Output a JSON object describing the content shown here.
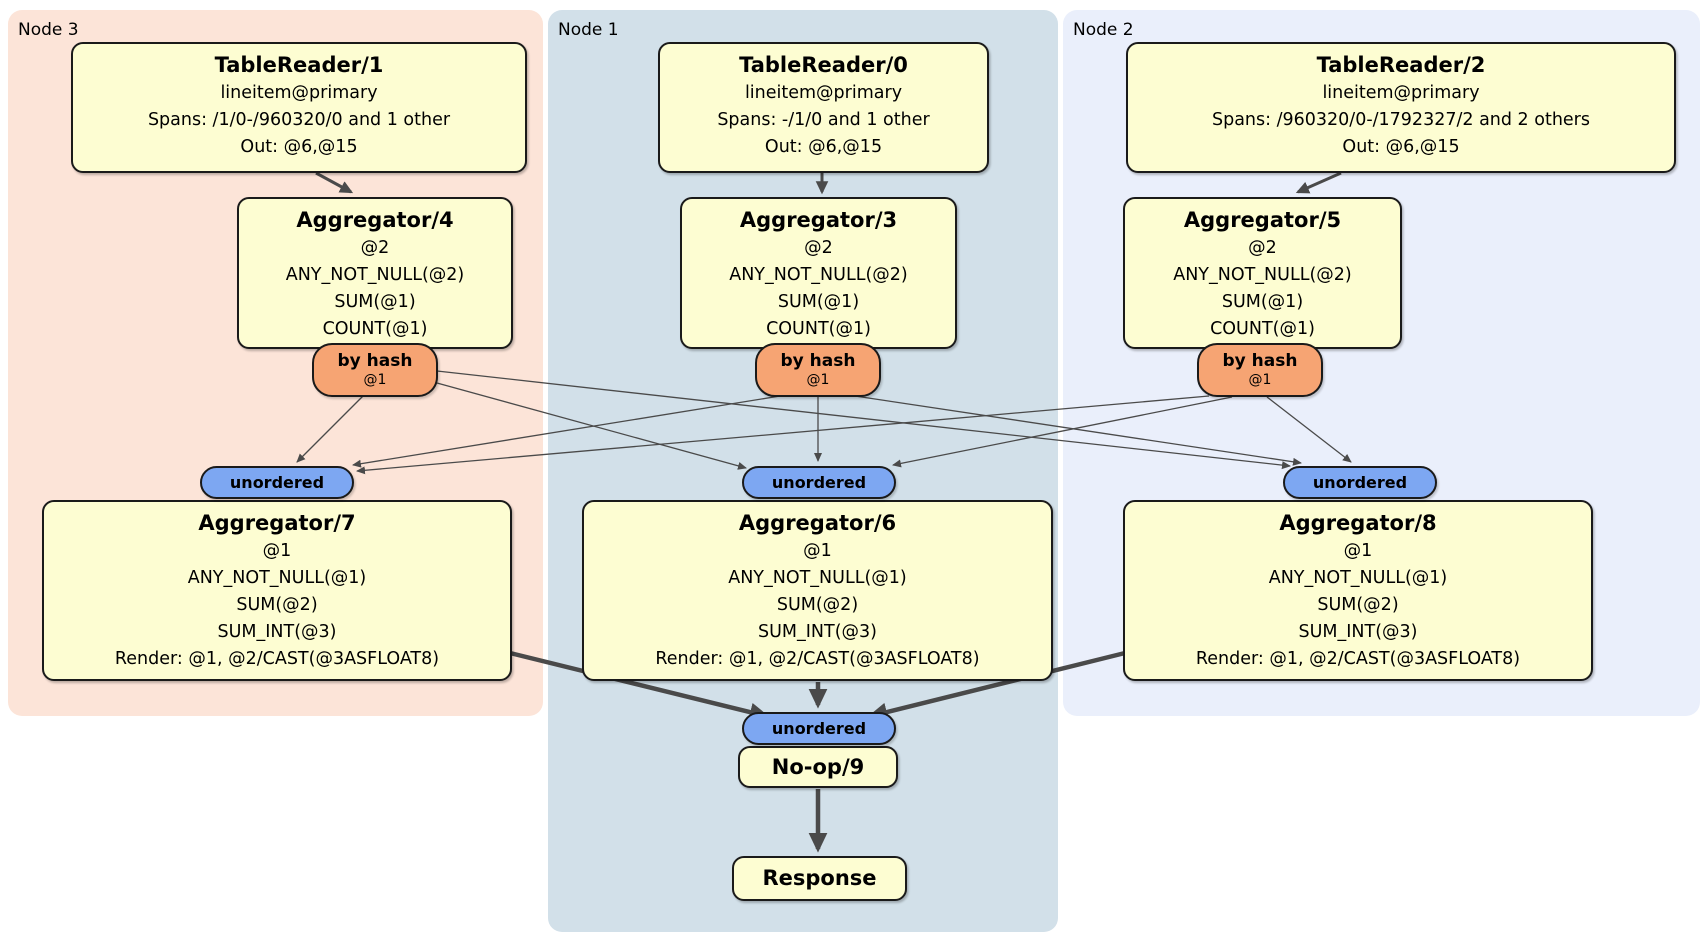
{
  "diagram_type": "distributed SQL physical plan",
  "colors": {
    "node3_bg": "#fce4d8",
    "node1_bg": "#d2e0e9",
    "node2_bg": "#eaeffb",
    "processor_fill": "#fdfdd2",
    "router_fill": "#f6a473",
    "sync_fill": "#7da7f2",
    "edge": "#4a4a4a",
    "border": "#1a1a1a"
  },
  "regions": {
    "node3": {
      "label": "Node 3"
    },
    "node1": {
      "label": "Node 1"
    },
    "node2": {
      "label": "Node 2"
    }
  },
  "processors": {
    "tr1": {
      "title": "TableReader/1",
      "lines": [
        "lineitem@primary",
        "Spans: /1/0-/960320/0 and 1 other",
        "Out: @6,@15"
      ]
    },
    "tr0": {
      "title": "TableReader/0",
      "lines": [
        "lineitem@primary",
        "Spans: -/1/0 and 1 other",
        "Out: @6,@15"
      ]
    },
    "tr2": {
      "title": "TableReader/2",
      "lines": [
        "lineitem@primary",
        "Spans: /960320/0-/1792327/2 and 2 others",
        "Out: @6,@15"
      ]
    },
    "agg4": {
      "title": "Aggregator/4",
      "lines": [
        "@2",
        "ANY_NOT_NULL(@2)",
        "SUM(@1)",
        "COUNT(@1)"
      ]
    },
    "agg3": {
      "title": "Aggregator/3",
      "lines": [
        "@2",
        "ANY_NOT_NULL(@2)",
        "SUM(@1)",
        "COUNT(@1)"
      ]
    },
    "agg5": {
      "title": "Aggregator/5",
      "lines": [
        "@2",
        "ANY_NOT_NULL(@2)",
        "SUM(@1)",
        "COUNT(@1)"
      ]
    },
    "agg7": {
      "title": "Aggregator/7",
      "lines": [
        "@1",
        "ANY_NOT_NULL(@1)",
        "SUM(@2)",
        "SUM_INT(@3)",
        "Render: @1, @2/CAST(@3ASFLOAT8)"
      ]
    },
    "agg6": {
      "title": "Aggregator/6",
      "lines": [
        "@1",
        "ANY_NOT_NULL(@1)",
        "SUM(@2)",
        "SUM_INT(@3)",
        "Render: @1, @2/CAST(@3ASFLOAT8)"
      ]
    },
    "agg8": {
      "title": "Aggregator/8",
      "lines": [
        "@1",
        "ANY_NOT_NULL(@1)",
        "SUM(@2)",
        "SUM_INT(@3)",
        "Render: @1, @2/CAST(@3ASFLOAT8)"
      ]
    },
    "noop9": {
      "title": "No-op/9"
    },
    "response": {
      "title": "Response"
    }
  },
  "router": {
    "label": "by hash",
    "sub": "@1"
  },
  "sync": {
    "label": "unordered"
  },
  "edges": [
    {
      "from": "tr1",
      "to": "agg4"
    },
    {
      "from": "tr0",
      "to": "agg3"
    },
    {
      "from": "tr2",
      "to": "agg5"
    },
    {
      "from": "byhash4",
      "to": "unordered7"
    },
    {
      "from": "byhash4",
      "to": "unordered6"
    },
    {
      "from": "byhash4",
      "to": "unordered8"
    },
    {
      "from": "byhash3",
      "to": "unordered7"
    },
    {
      "from": "byhash3",
      "to": "unordered6"
    },
    {
      "from": "byhash3",
      "to": "unordered8"
    },
    {
      "from": "byhash5",
      "to": "unordered7"
    },
    {
      "from": "byhash5",
      "to": "unordered6"
    },
    {
      "from": "byhash5",
      "to": "unordered8"
    },
    {
      "from": "agg7",
      "to": "unordered9"
    },
    {
      "from": "agg6",
      "to": "unordered9"
    },
    {
      "from": "agg8",
      "to": "unordered9"
    },
    {
      "from": "noop9",
      "to": "response"
    }
  ]
}
